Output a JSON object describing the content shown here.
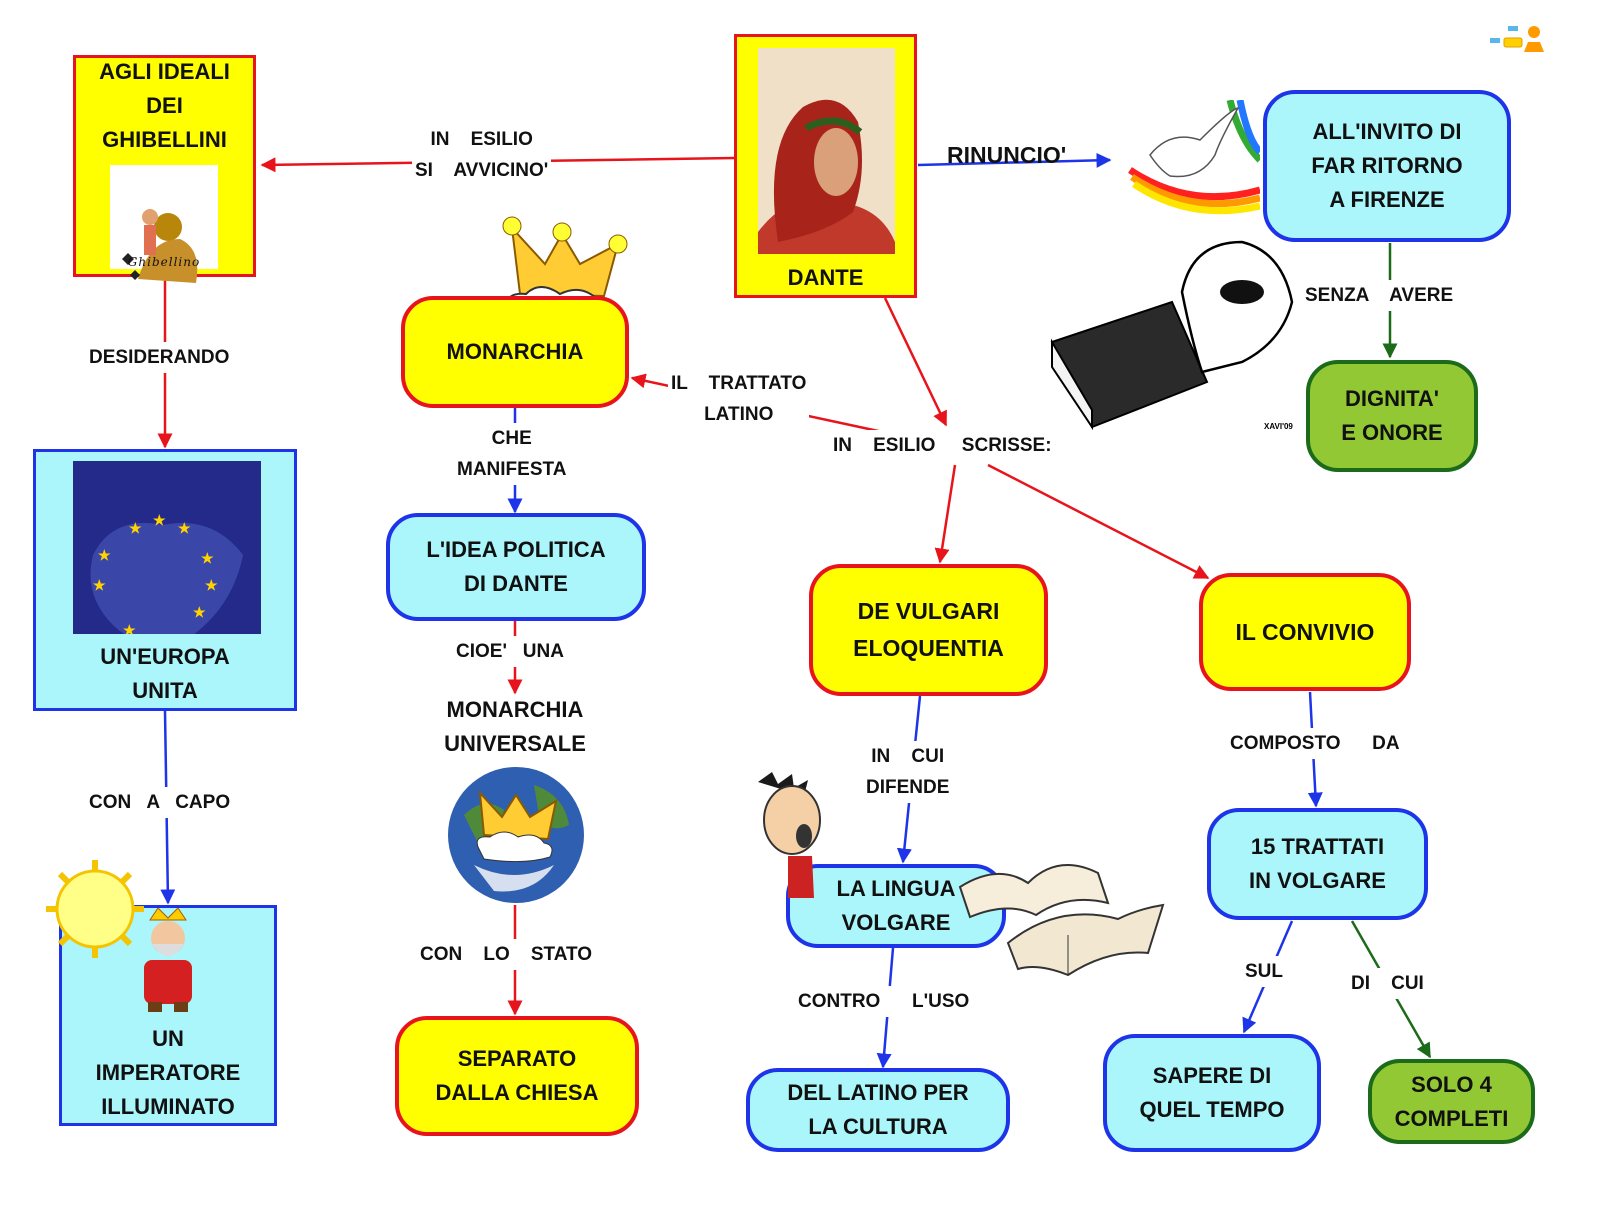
{
  "nodes": {
    "ghibellini": "AGLI    IDEALI\nDEI\nGHIBELLINI",
    "ghibellino_caption": "Ghibellino",
    "dante": "DANTE",
    "invito": "ALL'INVITO    DI\nFAR    RITORNO\nA    FIRENZE",
    "dignita": "DIGNITA'\nE    ONORE",
    "monarchia": "MONARCHIA",
    "idea_politica": "L'IDEA    POLITICA\nDI    DANTE",
    "monarchia_universale": "MONARCHIA\nUNIVERSALE",
    "separato": "SEPARATO\nDALLA    CHIESA",
    "europa": "UN'EUROPA\nUNITA",
    "imperatore": "UN\nIMPERATORE\nILLUMINATO",
    "vulgari": "DE    VULGARI\nELOQUENTIA",
    "convivio": "IL    CONVIVIO",
    "lingua": "LA    LINGUA\nVOLGARE",
    "latino": "DEL    LATINO    PER\nLA    CULTURA",
    "trattati": "15    TRATTATI\nIN    VOLGARE",
    "sapere": "SAPERE    DI\nQUEL    TEMPO",
    "completi": "SOLO    4\nCOMPLETI"
  },
  "links": {
    "esilio_avvicino": "IN    ESILIO\nSI    AVVICINO'",
    "rinuncio": "RINUNCIO'",
    "senza_avere": "SENZA    AVERE",
    "desiderando": "DESIDERANDO",
    "con_a_capo": "CON   A   CAPO",
    "trattato_latino": "IL    TRATTATO\nLATINO",
    "esilio_scrisse": "IN    ESILIO     SCRISSE:",
    "che_manifesta": "CHE\nMANIFESTA",
    "cioe_una": "CIOE'   UNA",
    "con_lo_stato": "CON    LO    STATO",
    "in_cui_difende": "IN    CUI\nDIFENDE",
    "contro_luso": "CONTRO      L'USO",
    "composto_da": "COMPOSTO      DA",
    "sul": "SUL",
    "di_cui": "DI    CUI"
  },
  "book_signature": "XAVI'09",
  "colors": {
    "red": "#e8141b",
    "blue": "#1d34e8",
    "green": "#1b6b1b",
    "yellow": "#ffff00",
    "cyan": "#aaf6fb",
    "lime": "#92c833"
  }
}
